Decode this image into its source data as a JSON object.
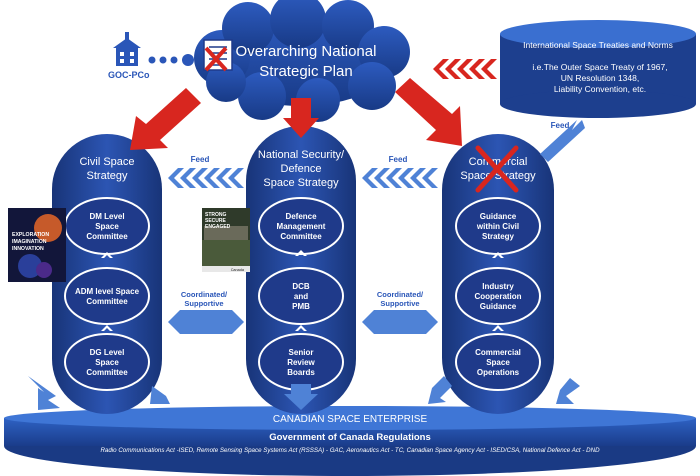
{
  "cloud": {
    "line1": "Overarching National",
    "line2": "Strategic Plan"
  },
  "goc_label": "GOC-PCo",
  "treaties": {
    "title": "International Space Treaties and Norms",
    "line1": "i.e.The Outer Space Treaty of 1967,",
    "line2": "UN Resolution 1348,",
    "line3": "Liability Convention, etc."
  },
  "feed_labels": {
    "left": "Feed",
    "middle": "Feed",
    "right": "Feed"
  },
  "coordinated": {
    "left_line1": "Coordinated/",
    "left_line2": "Supportive",
    "right_line1": "Coordinated/",
    "right_line2": "Supportive"
  },
  "columns": {
    "civil": {
      "title_line1": "Civil Space",
      "title_line2": "Strategy",
      "items": [
        {
          "lines": [
            "DM Level",
            "Space",
            "Committee"
          ]
        },
        {
          "lines": [
            "ADM level Space",
            "Committee"
          ]
        },
        {
          "lines": [
            "DG Level",
            "Space",
            "Committee"
          ]
        }
      ]
    },
    "defence": {
      "title_line1": "National Security/",
      "title_line2": "Defence",
      "title_line3": "Space Strategy",
      "items": [
        {
          "lines": [
            "Defence",
            "Management",
            "Committee"
          ]
        },
        {
          "lines": [
            "DCB",
            "and",
            "PMB"
          ]
        },
        {
          "lines": [
            "Senior",
            "Review",
            "Boards"
          ]
        }
      ]
    },
    "commercial": {
      "title_line1": "Commercial",
      "title_line2": "Space Strategy",
      "items": [
        {
          "lines": [
            "Guidance",
            "within Civil",
            "Strategy"
          ]
        },
        {
          "lines": [
            "Industry",
            "Cooperation",
            "Guidance"
          ]
        },
        {
          "lines": [
            "Commercial",
            "Space",
            "Operations"
          ]
        }
      ]
    }
  },
  "book_civil": {
    "line1": "EXPLORATION",
    "line2": "IMAGINATION",
    "line3": "INNOVATION"
  },
  "book_defence": {
    "line1": "STRONG",
    "line2": "SECURE",
    "line3": "ENGAGED",
    "footer": "Canada"
  },
  "enterprise": "CANADIAN SPACE ENTERPRISE",
  "regulations": {
    "title": "Government of Canada Regulations",
    "text": "Radio Communications Act -ISED, Remote Sensing Space Systems Act (RSSSA) - GAC, Aeronautics Act - TC, Canadian Space Agency Act - ISED/CSA, National Defence Act - DND"
  },
  "colors": {
    "navy": "#1f3a8a",
    "blue": "#2a56b8",
    "red": "#d8261f",
    "light": "#5b8ad8"
  }
}
